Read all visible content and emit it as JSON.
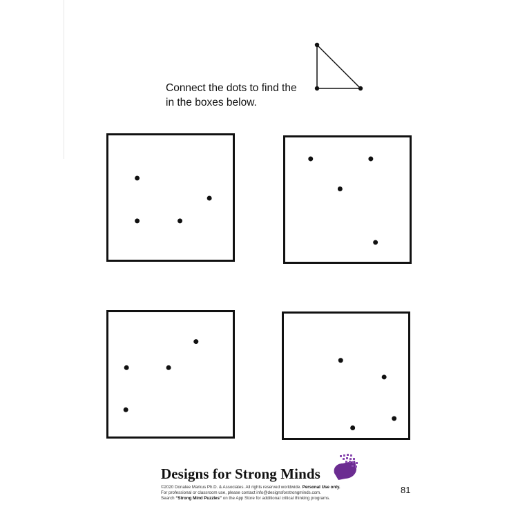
{
  "instruction": {
    "line1": "Connect the dots to find the",
    "line2": "in the boxes below."
  },
  "example_shape": {
    "description_icon": "triangle-example-icon",
    "stroke_color": "#111111"
  },
  "puzzle_boxes": [
    {
      "name": "top-left",
      "dots": 4
    },
    {
      "name": "top-right",
      "dots": 4
    },
    {
      "name": "bottom-left",
      "dots": 4
    },
    {
      "name": "bottom-right",
      "dots": 4
    }
  ],
  "footer": {
    "brand": "Designs for Strong Minds",
    "copyright_prefix": "©2020 Donalee Markus Ph.D. & Associates. All rights reserved worldwide.",
    "copyright_bold": "Personal Use only.",
    "contact": "For professional or classroom use, please contact info@designsforstrongminds.com.",
    "search_prefix": "Search ",
    "search_bold": "“Strong Mind Puzzles”",
    "search_suffix": " on the App Store for additional critical thinking programs.",
    "logo_icon": "brain-grid-logo-icon",
    "logo_color": "#6b2c91"
  },
  "page_number": "81"
}
